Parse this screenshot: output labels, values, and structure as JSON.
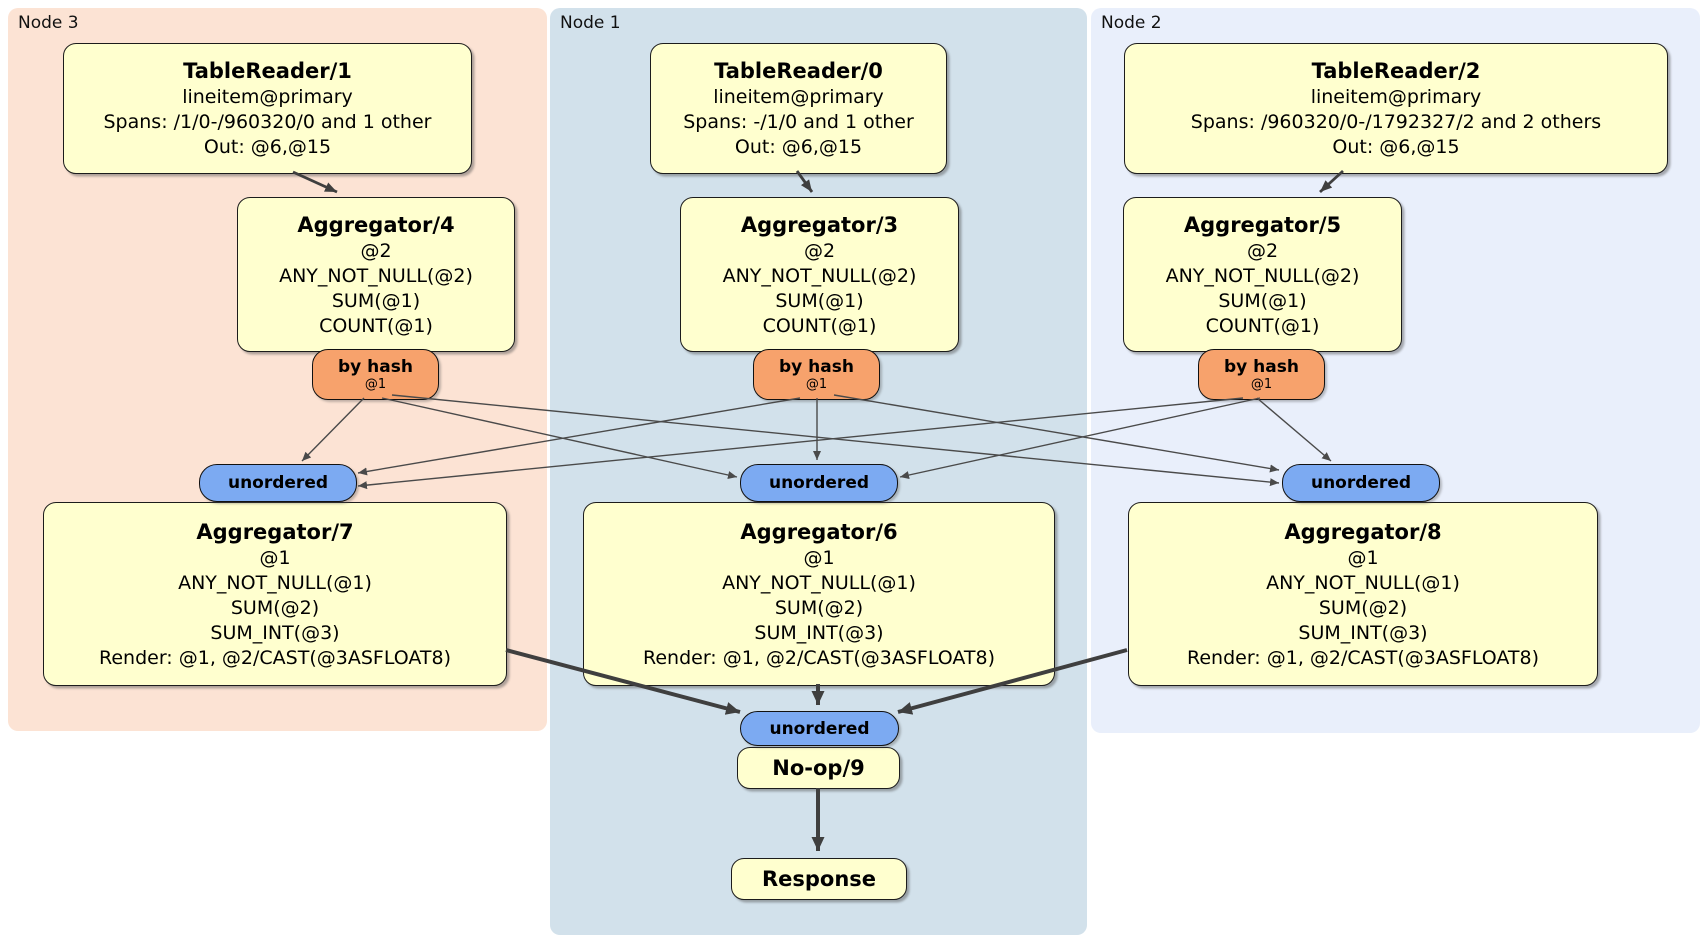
{
  "diagram": {
    "panels": [
      {
        "label": "Node 3"
      },
      {
        "label": "Node 1"
      },
      {
        "label": "Node 2"
      }
    ],
    "processors": {
      "tr1": {
        "title": "TableReader/1",
        "lines": [
          "lineitem@primary",
          "Spans: /1/0-/960320/0 and 1 other",
          "Out: @6,@15"
        ]
      },
      "tr0": {
        "title": "TableReader/0",
        "lines": [
          "lineitem@primary",
          "Spans: -/1/0 and 1 other",
          "Out: @6,@15"
        ]
      },
      "tr2": {
        "title": "TableReader/2",
        "lines": [
          "lineitem@primary",
          "Spans: /960320/0-/1792327/2 and 2 others",
          "Out: @6,@15"
        ]
      },
      "agg4": {
        "title": "Aggregator/4",
        "lines": [
          "@2",
          "ANY_NOT_NULL(@2)",
          "SUM(@1)",
          "COUNT(@1)"
        ]
      },
      "agg3": {
        "title": "Aggregator/3",
        "lines": [
          "@2",
          "ANY_NOT_NULL(@2)",
          "SUM(@1)",
          "COUNT(@1)"
        ]
      },
      "agg5": {
        "title": "Aggregator/5",
        "lines": [
          "@2",
          "ANY_NOT_NULL(@2)",
          "SUM(@1)",
          "COUNT(@1)"
        ]
      },
      "agg7": {
        "title": "Aggregator/7",
        "lines": [
          "@1",
          "ANY_NOT_NULL(@1)",
          "SUM(@2)",
          "SUM_INT(@3)",
          "Render: @1, @2/CAST(@3ASFLOAT8)"
        ]
      },
      "agg6": {
        "title": "Aggregator/6",
        "lines": [
          "@1",
          "ANY_NOT_NULL(@1)",
          "SUM(@2)",
          "SUM_INT(@3)",
          "Render: @1, @2/CAST(@3ASFLOAT8)"
        ]
      },
      "agg8": {
        "title": "Aggregator/8",
        "lines": [
          "@1",
          "ANY_NOT_NULL(@1)",
          "SUM(@2)",
          "SUM_INT(@3)",
          "Render: @1, @2/CAST(@3ASFLOAT8)"
        ]
      },
      "noop": {
        "title": "No-op/9"
      },
      "response": {
        "title": "Response"
      }
    },
    "router": {
      "label": "by hash",
      "detail": "@1"
    },
    "sync": {
      "label": "unordered"
    },
    "colors": {
      "panel_node3_bg": "#fce3d4",
      "panel_node1_bg": "#d2e1eb",
      "panel_node2_bg": "#e9effb",
      "processor_bg": "#ffffcf",
      "router_bg": "#f7a26c",
      "sync_bg": "#7caaf2",
      "edge": "#3f3f3f"
    }
  }
}
